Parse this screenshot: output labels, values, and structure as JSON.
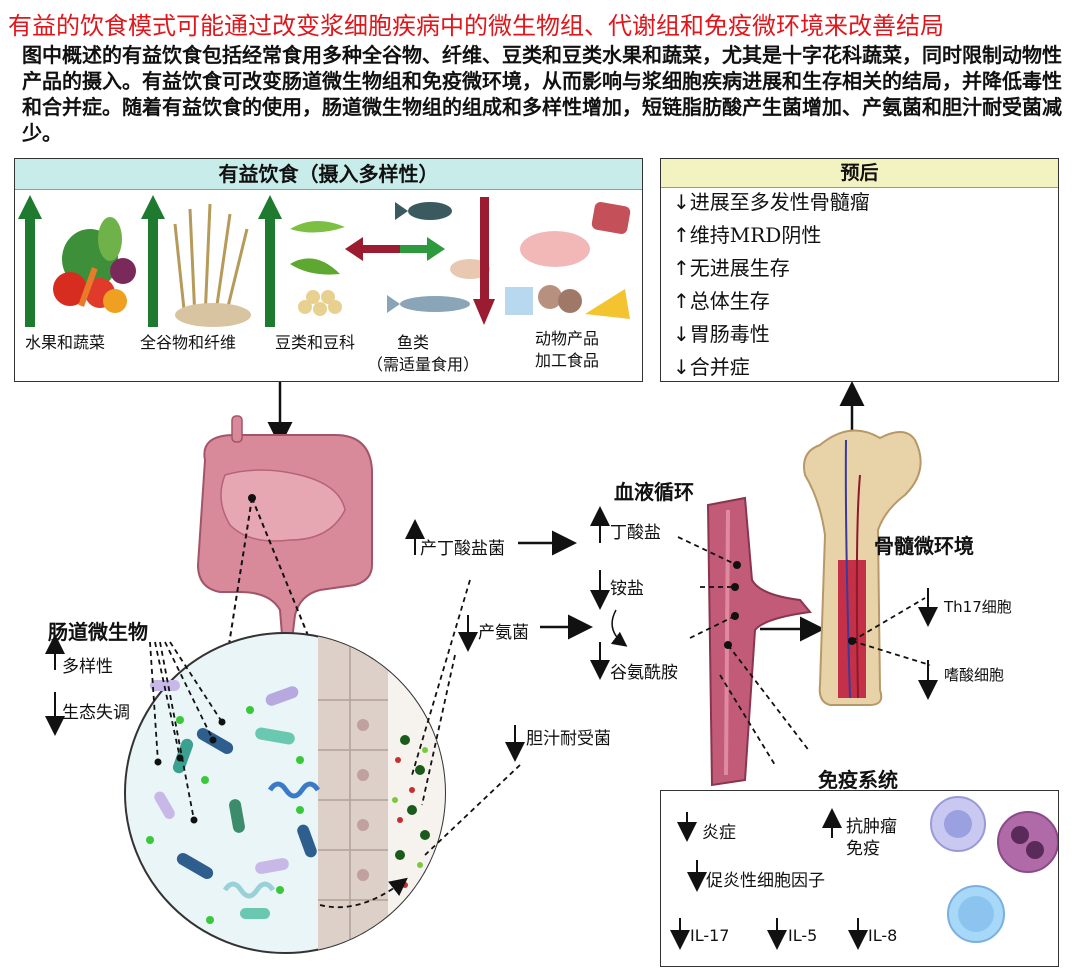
{
  "title": "有益的饮食模式可能通过改变浆细胞疾病中的微生物组、代谢组和免疫微环境来改善结局",
  "summary": "图中概述的有益饮食包括经常食用多种全谷物、纤维、豆类和豆类水果和蔬菜，尤其是十字花科蔬菜，同时限制动物性产品的摄入。有益饮食可改变肠道微生物组和免疫微环境，从而影响与浆细胞疾病进展和生存相关的结局，并降低毒性和合并症。随着有益饮食的使用，肠道微生物组的组成和多样性增加，短链脂肪酸产生菌增加、产氨菌和胆汁耐受菌减少。",
  "diet": {
    "header": "有益饮食（摄入多样性）",
    "foods": {
      "fruits_veg": "水果和蔬菜",
      "grains_fiber": "全谷物和纤维",
      "legumes": "豆类和豆科",
      "fish": "鱼类",
      "fish_note": "（需适量食用）",
      "animal_line1": "动物产品",
      "animal_line2": "加工食品"
    }
  },
  "prognosis": {
    "header": "预后",
    "items": [
      {
        "dir": "down",
        "text": "进展至多发性骨髓瘤"
      },
      {
        "dir": "up",
        "text": "维持MRD阴性"
      },
      {
        "dir": "up",
        "text": "无进展生存"
      },
      {
        "dir": "up",
        "text": "总体生存"
      },
      {
        "dir": "down",
        "text": "胃肠毒性"
      },
      {
        "dir": "down",
        "text": "合并症"
      }
    ]
  },
  "gut": {
    "title": "肠道微生物",
    "diversity": "多样性",
    "dysbiosis": "生态失调"
  },
  "bacteria": {
    "butyrate_producers": "产丁酸盐菌",
    "ammonia_producers": "产氨菌",
    "bile_tolerant": "胆汁耐受菌"
  },
  "blood": {
    "title": "血液循环",
    "butyrate": "丁酸盐",
    "ammonium": "铵盐",
    "glutamine": "谷氨酰胺"
  },
  "bone_marrow": {
    "title": "骨髓微环境",
    "th17": "Th17细胞",
    "eosinophils": "嗜酸细胞"
  },
  "immune": {
    "title": "免疫系统",
    "inflammation": "炎症",
    "antitumor_line1": "抗肿瘤",
    "antitumor_line2": "免疫",
    "cytokines": "促炎性细胞因子",
    "il17": "IL-17",
    "il5": "IL-5",
    "il8": "IL-8"
  },
  "colors": {
    "title_red": "#e0161b",
    "diet_header_bg": "#c7ece9",
    "prognosis_header_bg": "#f3f3c2",
    "up_arrow_green": "#1e7a2e",
    "down_arrow_red": "#9b1b30",
    "gut_pink": "#d98a9a",
    "vessel": "#c25b78",
    "bone": "#e8d2a8"
  },
  "icons": [
    "arrow-up-icon",
    "arrow-down-icon",
    "colon-icon",
    "blood-vessel-icon",
    "femur-icon",
    "immune-cell-icon",
    "bacteria-icon"
  ]
}
